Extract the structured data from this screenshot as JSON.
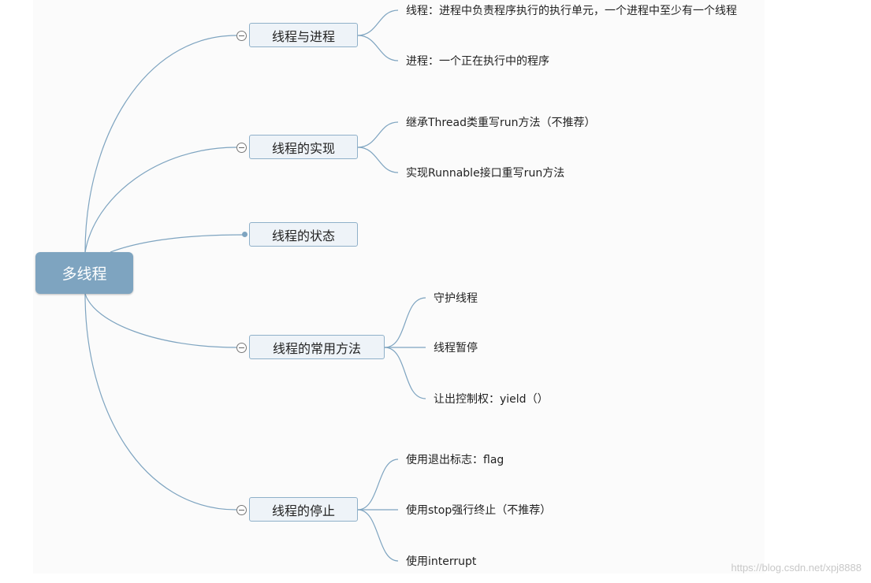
{
  "root": {
    "label": "多线程"
  },
  "topics": [
    {
      "label": "线程与进程",
      "children": [
        "线程：进程中负责程序执行的执行单元，一个进程中至少有一个线程",
        "进程：一个正在执行中的程序"
      ]
    },
    {
      "label": "线程的实现",
      "children": [
        "继承Thread类重写run方法（不推荐）",
        "实现Runnable接口重写run方法"
      ]
    },
    {
      "label": "线程的状态",
      "children": []
    },
    {
      "label": "线程的常用方法",
      "children": [
        "守护线程",
        "线程暂停",
        "让出控制权：yield（）"
      ]
    },
    {
      "label": "线程的停止",
      "children": [
        "使用退出标志：flag",
        "使用stop强行终止（不推荐）",
        "使用interrupt"
      ]
    }
  ],
  "watermark": "https://blog.csdn.net/xpj8888",
  "colors": {
    "line": "#7ea4c0",
    "root_bg": "#7ea4c0",
    "topic_bg": "#eef3f8",
    "topic_border": "#8fb0c9"
  }
}
